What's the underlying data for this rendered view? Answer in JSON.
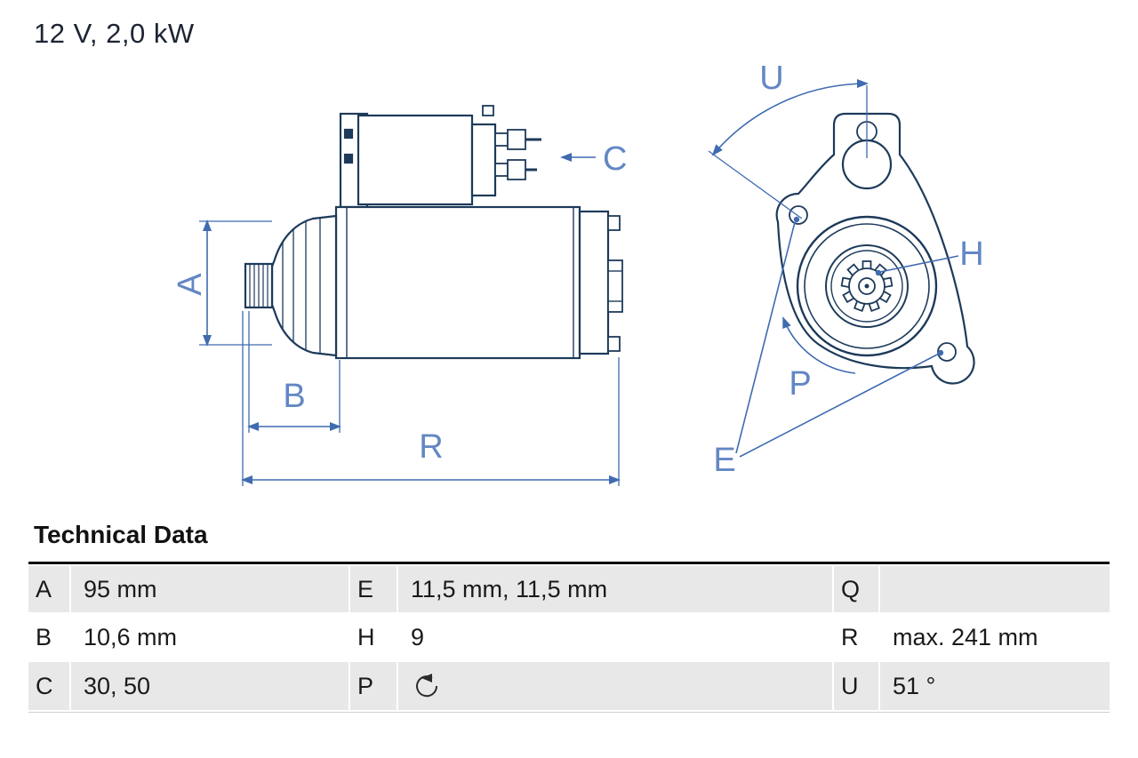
{
  "title": "12 V, 2,0 kW",
  "drawing": {
    "labels": {
      "a": "A",
      "b": "B",
      "c": "C",
      "r": "R",
      "u": "U",
      "h": "H",
      "p": "P",
      "e": "E"
    }
  },
  "colors": {
    "drawing_outline": "#1d3a5a",
    "dimension_blue": "#3f6bb0",
    "label_blue": "#6287c4",
    "table_row_shade": "#e8e8e8",
    "table_top_border": "#000000"
  },
  "table": {
    "heading": "Technical Data",
    "rows": [
      {
        "cells": [
          {
            "label": "A",
            "value": "95 mm"
          },
          {
            "label": "E",
            "value": "11,5 mm, 11,5 mm"
          },
          {
            "label": "Q",
            "value": ""
          }
        ]
      },
      {
        "cells": [
          {
            "label": "B",
            "value": "10,6 mm"
          },
          {
            "label": "H",
            "value": "9"
          },
          {
            "label": "R",
            "value": "max. 241 mm"
          }
        ]
      },
      {
        "cells": [
          {
            "label": "C",
            "value": "30, 50"
          },
          {
            "label": "P",
            "value": "",
            "icon": "counterclockwise-rotation-icon"
          },
          {
            "label": "U",
            "value": "51 °"
          }
        ]
      }
    ]
  }
}
